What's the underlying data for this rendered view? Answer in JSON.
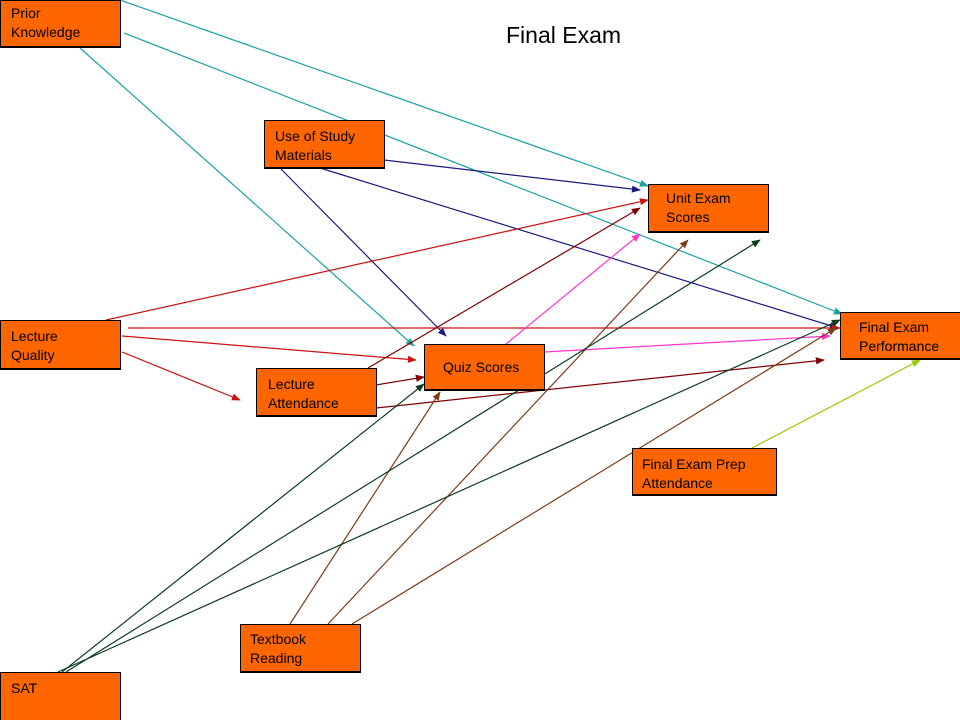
{
  "title": "Final Exam",
  "nodes": {
    "prior_knowledge": "Prior\nKnowledge",
    "use_of_study_materials": "Use of Study\nMaterials",
    "unit_exam_scores": "Unit Exam\nScores",
    "lecture_quality": "Lecture\nQuality",
    "final_exam_performance": "Final Exam\nPerformance",
    "quiz_scores": "Quiz Scores",
    "lecture_attendance": "Lecture\nAttendance",
    "final_exam_prep_attendance": "Final Exam Prep\nAttendance",
    "textbook_reading": "Textbook\nReading",
    "sat": "SAT"
  },
  "node_color": "#ff6600",
  "edge_colors": {
    "prior_knowledge": "#1aa3a3",
    "use_of_study_materials": "#1a1a80",
    "lecture_quality": "#cc1111",
    "lecture_attendance": "#800000",
    "quiz_scores": "#ff33cc",
    "textbook_reading": "#7a3d1a",
    "sat": "#0b3d1f",
    "final_exam_prep_attendance": "#99cc00"
  },
  "edges": [
    {
      "from": "prior_knowledge",
      "to": "unit_exam_scores"
    },
    {
      "from": "prior_knowledge",
      "to": "final_exam_performance"
    },
    {
      "from": "prior_knowledge",
      "to": "quiz_scores"
    },
    {
      "from": "use_of_study_materials",
      "to": "unit_exam_scores"
    },
    {
      "from": "use_of_study_materials",
      "to": "final_exam_performance"
    },
    {
      "from": "use_of_study_materials",
      "to": "quiz_scores"
    },
    {
      "from": "lecture_quality",
      "to": "unit_exam_scores"
    },
    {
      "from": "lecture_quality",
      "to": "final_exam_performance"
    },
    {
      "from": "lecture_quality",
      "to": "quiz_scores"
    },
    {
      "from": "lecture_quality",
      "to": "lecture_attendance"
    },
    {
      "from": "lecture_attendance",
      "to": "unit_exam_scores"
    },
    {
      "from": "lecture_attendance",
      "to": "quiz_scores"
    },
    {
      "from": "lecture_attendance",
      "to": "final_exam_performance"
    },
    {
      "from": "quiz_scores",
      "to": "unit_exam_scores"
    },
    {
      "from": "quiz_scores",
      "to": "final_exam_performance"
    },
    {
      "from": "textbook_reading",
      "to": "quiz_scores"
    },
    {
      "from": "textbook_reading",
      "to": "unit_exam_scores"
    },
    {
      "from": "textbook_reading",
      "to": "final_exam_performance"
    },
    {
      "from": "sat",
      "to": "quiz_scores"
    },
    {
      "from": "sat",
      "to": "unit_exam_scores"
    },
    {
      "from": "sat",
      "to": "final_exam_performance"
    },
    {
      "from": "final_exam_prep_attendance",
      "to": "final_exam_performance"
    }
  ]
}
